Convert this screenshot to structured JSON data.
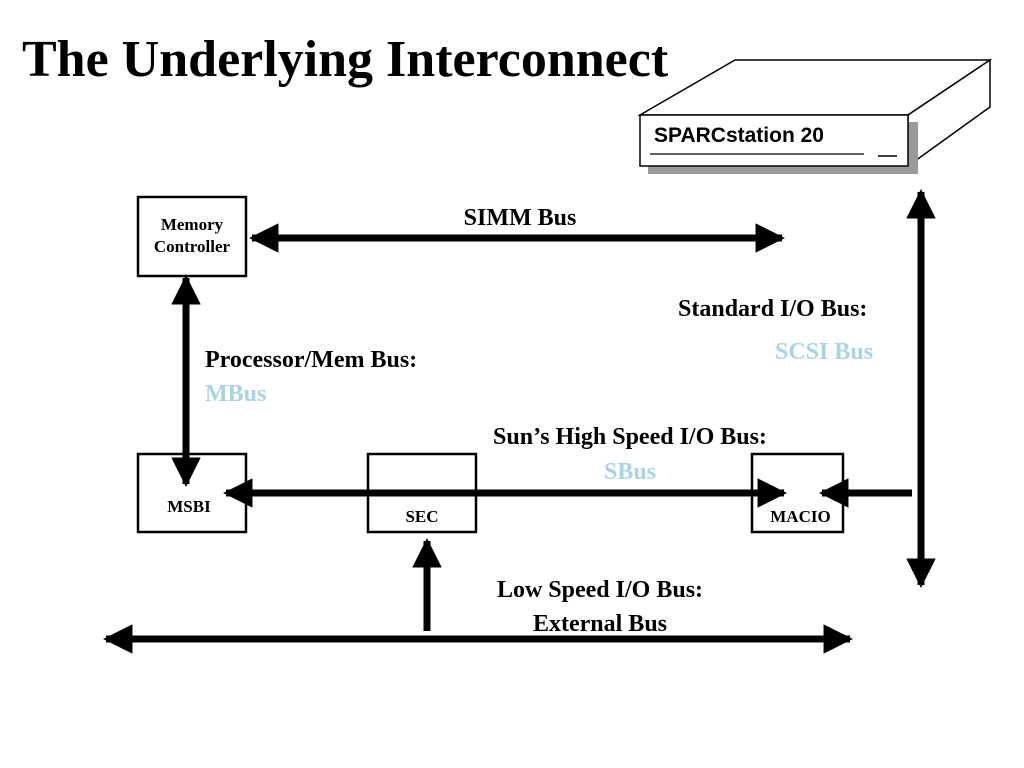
{
  "slide": {
    "title": "The Underlying Interconnect"
  },
  "device": {
    "label": "SPARCstation 20"
  },
  "components": {
    "memory_controller": [
      "Memory",
      "Controller"
    ],
    "msbi": "MSBI",
    "sec": "SEC",
    "macio": "MACIO"
  },
  "buses": {
    "simm": {
      "label": "SIMM Bus"
    },
    "mbus": {
      "label": "Processor/Mem Bus:",
      "name": "MBus"
    },
    "sbus": {
      "label": "Sun’s High Speed I/O Bus:",
      "name": "SBus"
    },
    "scsi": {
      "label": "Standard I/O Bus:",
      "name": "SCSI Bus"
    },
    "external": {
      "label": "Low Speed I/O Bus:",
      "name": "External Bus"
    }
  },
  "colors": {
    "accent": "#a9d4e6",
    "ink": "#000000",
    "shadow": "#9a9a9a"
  }
}
